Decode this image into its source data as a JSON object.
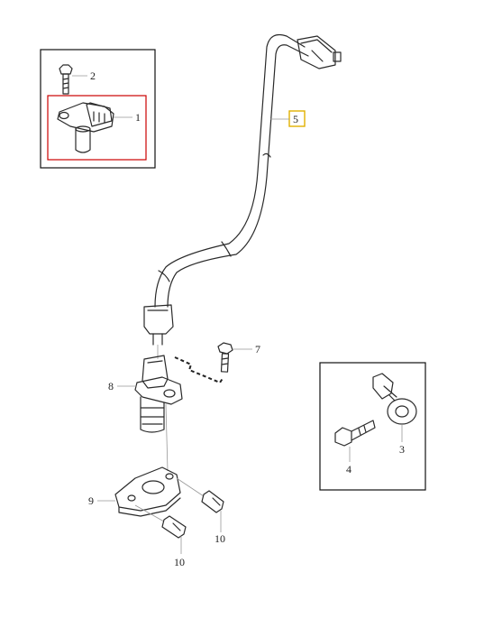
{
  "callouts": {
    "c1": "1",
    "c2": "2",
    "c3": "3",
    "c4": "4",
    "c5": "5",
    "c7": "7",
    "c8": "8",
    "c9": "9",
    "c10a": "10",
    "c10b": "10"
  },
  "colors": {
    "line": "#2a2a2a",
    "highlight_box": "#cc0000",
    "callout_box": "#e0b000",
    "leader": "#999999"
  }
}
